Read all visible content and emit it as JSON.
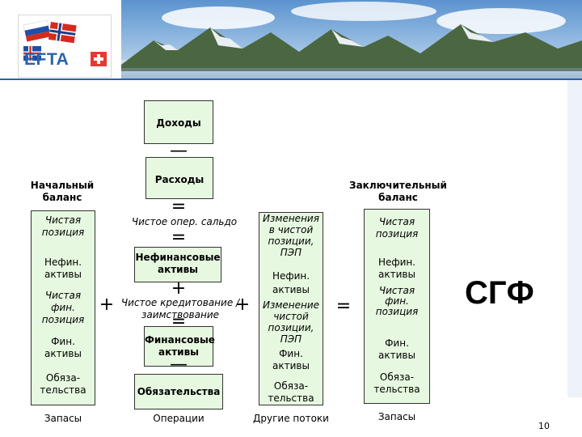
{
  "header": {
    "logo_text": "EFTA",
    "flags": [
      "russia-flag",
      "norway-flag",
      "iceland-flag",
      "switzerland-flag"
    ]
  },
  "diagram": {
    "opening_balance_title": "Начальный\nбаланс",
    "closing_balance_title": "Заключительный\nбаланс",
    "revenue": "Доходы",
    "expenses": "Расходы",
    "net_operating_balance": "Чистое опер. сальдо",
    "nonfinancial_assets": "Нефинансовые\nактивы",
    "net_lending": "Чистое кредитование /\nзаимствование",
    "financial_assets": "Финансовые\nактивы",
    "liabilities": "Обязательства",
    "operations_label": "Операции",
    "opening": {
      "net_position": "Чистая\nпозиция",
      "nonfin_assets": "Нефин.\nактивы",
      "net_fin_position": "Чистая\nфин.\nпозиция",
      "fin_assets": "Фин.\nактивы",
      "liabilities": "Обяза-\nтельства",
      "stocks_label": "Запасы"
    },
    "other_flows": {
      "change_net_position": "Изменения\nв чистой\nпозиции,\nПЭП",
      "nonfin_assets": "Нефин.\nактивы",
      "change_fin_position": "Изменение\nчистой\nпозиции,\nПЭП",
      "fin_assets": "Фин.\nактивы",
      "liabilities": "Обяза-\nтельства",
      "label": "Другие потоки"
    },
    "closing": {
      "net_position": "Чистая\nпозиция",
      "nonfin_assets": "Нефин.\nактивы",
      "net_fin_position": "Чистая\nфин.\nпозиция",
      "fin_assets": "Фин.\nактивы",
      "liabilities": "Обяза-\nтельства",
      "stocks_label": "Запасы"
    },
    "operators": {
      "minus": "—",
      "equals": "=",
      "plus": "+"
    },
    "gfs_label": "СГФ"
  },
  "page_number": "10",
  "colors": {
    "box_fill": "#e7f8e0",
    "accent_blue": "#2a63a8"
  }
}
